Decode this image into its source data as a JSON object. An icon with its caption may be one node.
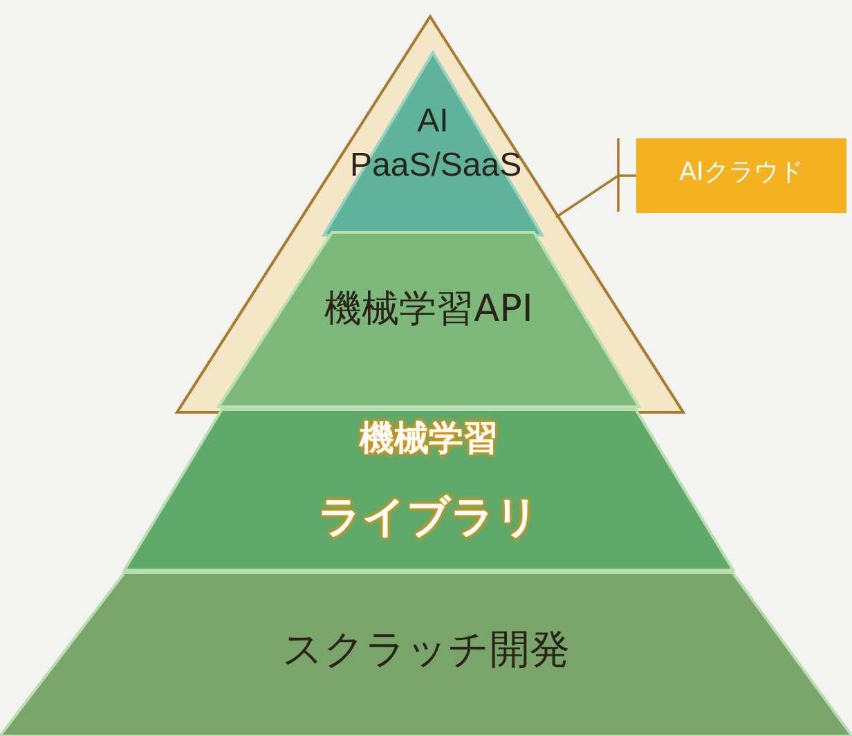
{
  "diagram": {
    "nodes": [
      {
        "text": [],
        "shape": "triangle"
      },
      {
        "text": [
          "AI PaaS/SaaS"
        ],
        "in": 0
      },
      {
        "text": [
          "機械学習API"
        ],
        "in": 0
      },
      {
        "text": [
          "機械学習",
          "ライブラリ"
        ]
      },
      {
        "text": [
          "スクラッチ開発"
        ]
      },
      {
        "text": [
          "AIクラウド"
        ]
      }
    ],
    "edges": [
      {
        "from": 5,
        "to": 0,
        "arrow": "none"
      }
    ]
  }
}
